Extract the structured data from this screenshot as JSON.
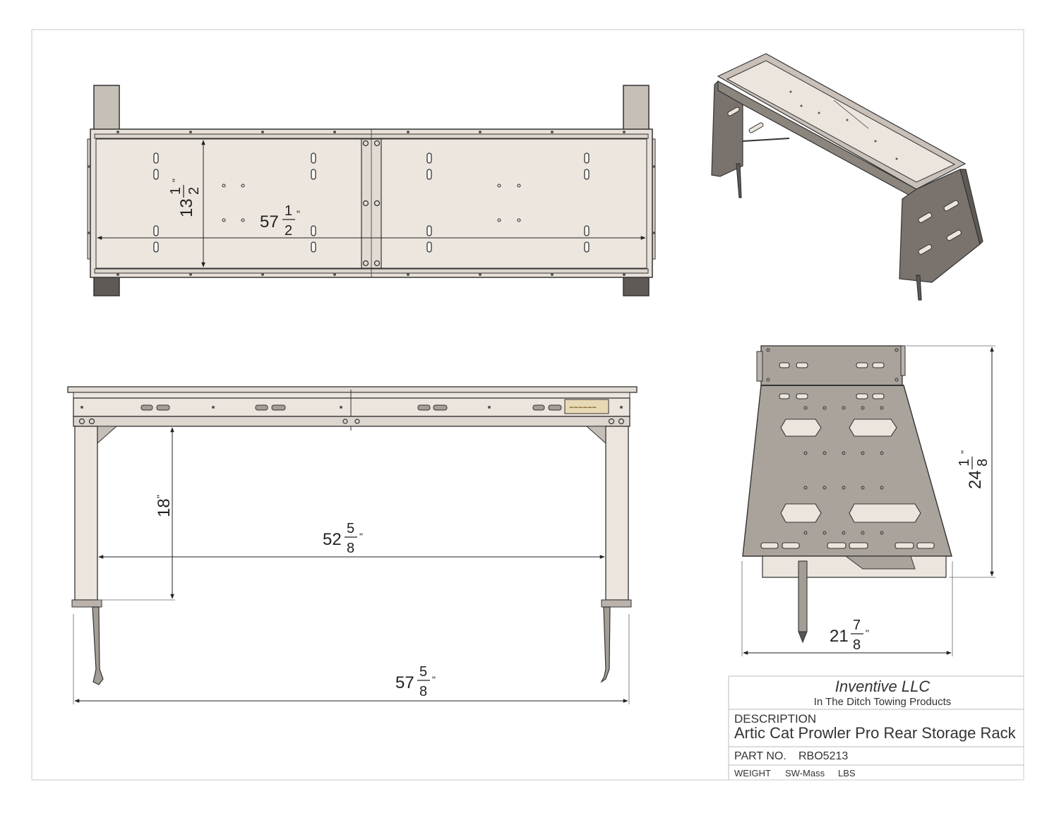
{
  "top_view": {
    "dim_length": {
      "whole": "57",
      "num": "1",
      "den": "2",
      "unit": "\""
    },
    "dim_width": {
      "whole": "13",
      "num": "1",
      "den": "2",
      "unit": "\""
    }
  },
  "front_view": {
    "dim_height": {
      "whole": "18",
      "unit": "\""
    },
    "dim_inner_width": {
      "whole": "52",
      "num": "5",
      "den": "8",
      "unit": "\""
    },
    "dim_overall_width": {
      "whole": "57",
      "num": "5",
      "den": "8",
      "unit": "\""
    }
  },
  "side_view": {
    "dim_height": {
      "whole": "24",
      "num": "1",
      "den": "8",
      "unit": "\""
    },
    "dim_depth": {
      "whole": "21",
      "num": "7",
      "den": "8",
      "unit": "\""
    }
  },
  "title_block": {
    "company": "Inventive LLC",
    "tagline": "In The Ditch Towing Products",
    "description_label": "DESCRIPTION",
    "description": "Artic Cat Prowler Pro Rear Storage Rack",
    "part_no_label": "PART NO.",
    "part_no": "RBO5213",
    "weight_label": "WEIGHT",
    "weight_value": "SW-Mass",
    "weight_unit": "LBS"
  },
  "colors": {
    "panel_fill": "#ece5dd",
    "metal_fill": "#aaa39b",
    "dark_metal": "#6e6863",
    "line": "#333333"
  }
}
